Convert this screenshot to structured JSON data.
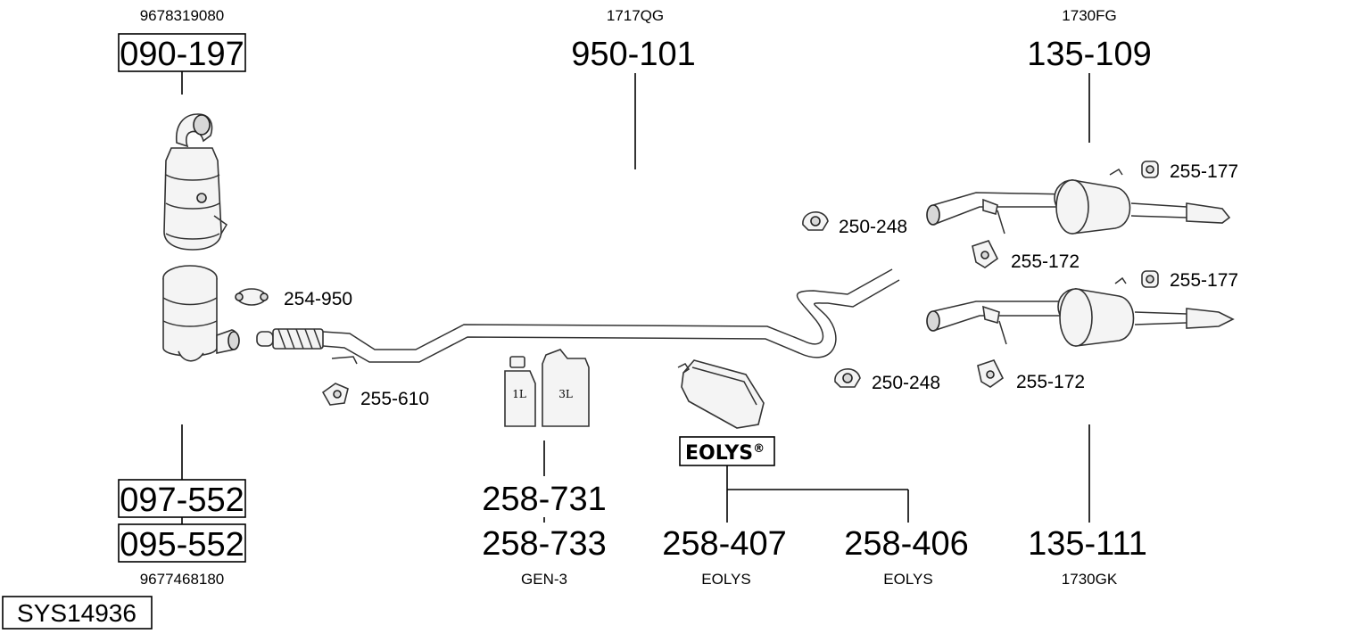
{
  "system_id": "SYS14936",
  "eolys_brand": "EOLYS",
  "eolys_mark": "®",
  "parts": {
    "p090197": {
      "number": "090-197",
      "ref": "9678319080"
    },
    "p097552": {
      "number": "097-552"
    },
    "p095552": {
      "number": "095-552",
      "ref": "9677468180"
    },
    "p950101": {
      "number": "950-101",
      "ref": "1717QG"
    },
    "p135109": {
      "number": "135-109",
      "ref": "1730FG"
    },
    "p135111": {
      "number": "135-111",
      "ref": "1730GK"
    },
    "p258731": {
      "number": "258-731"
    },
    "p258733": {
      "number": "258-733",
      "ref": "GEN-3"
    },
    "p258407": {
      "number": "258-407",
      "ref": "EOLYS"
    },
    "p258406": {
      "number": "258-406",
      "ref": "EOLYS"
    }
  },
  "small_parts": {
    "s254950": "254-950",
    "s255610": "255-610",
    "s250248a": "250-248",
    "s250248b": "250-248",
    "s255177a": "255-177",
    "s255177b": "255-177",
    "s255172a": "255-172",
    "s255172b": "255-172"
  },
  "can_labels": {
    "small": "1L",
    "large": "3L"
  }
}
